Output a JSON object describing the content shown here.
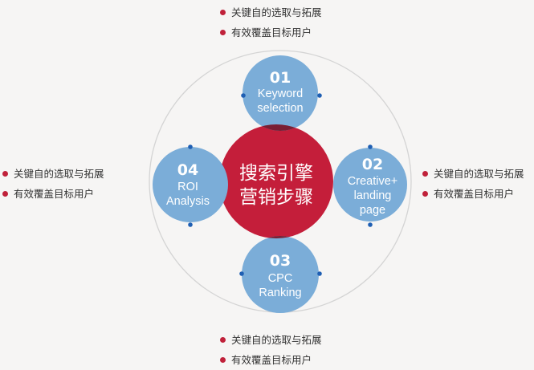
{
  "center": {
    "line1": "搜索引擎",
    "line2": "营销步骤"
  },
  "steps": [
    {
      "position": "top",
      "number": "01",
      "lines": [
        "Keyword",
        "selection"
      ]
    },
    {
      "position": "right",
      "number": "02",
      "lines": [
        "Creative+",
        "landing",
        "page"
      ]
    },
    {
      "position": "bottom",
      "number": "03",
      "lines": [
        "CPC",
        "Ranking"
      ]
    },
    {
      "position": "left",
      "number": "04",
      "lines": [
        "ROI",
        "Analysis"
      ]
    }
  ],
  "bullet_lists": {
    "top": [
      "关键自的选取与拓展",
      "有效覆盖目标用户"
    ],
    "right": [
      "关键自的选取与拓展",
      "有效覆盖目标用户"
    ],
    "bottom": [
      "关键自的选取与拓展",
      "有效覆盖目标用户"
    ],
    "left": [
      "关键自的选取与拓展",
      "有效覆盖目标用户"
    ]
  },
  "colors": {
    "background": "#f6f5f4",
    "center_fill": "#c41e3a",
    "step_fill": "#7badd8",
    "overlap_fill": "#7a1e33",
    "ring_stroke": "#d4d4d4",
    "connector_dot": "#1f5fb3",
    "bullet": "#c0213a"
  },
  "icons": {
    "bullet": "red-dot-icon",
    "connector": "blue-dot-icon"
  }
}
